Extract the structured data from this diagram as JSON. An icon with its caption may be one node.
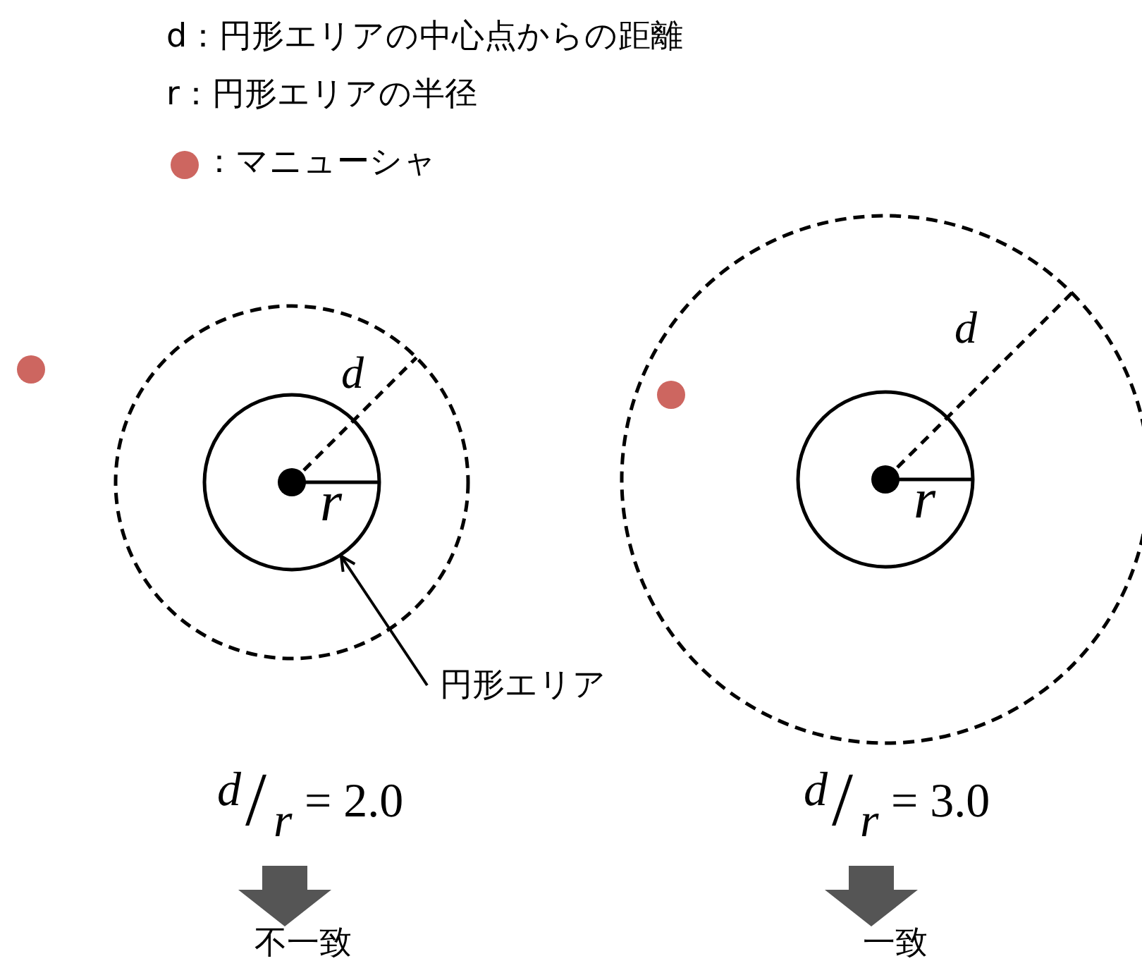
{
  "diagram": {
    "nodes": [
      {
        "text": [],
        "shape": "circle"
      },
      {
        "text": [
          "円形エリア"
        ]
      },
      {
        "text": [
          "d",
          "/",
          "r",
          "= 2.0"
        ]
      },
      {
        "text": [
          "不一致"
        ]
      },
      {
        "text": [],
        "shape": "circle"
      },
      {
        "text": [
          "d",
          "/",
          "r",
          "= 3.0"
        ]
      },
      {
        "text": [
          "一致"
        ]
      }
    ],
    "edges": [
      {
        "from": 1,
        "to": 0,
        "arrow": "to"
      },
      {
        "from": 2,
        "to": 3,
        "arrow": "to",
        "style": "thick"
      },
      {
        "from": 5,
        "to": 6,
        "arrow": "to",
        "style": "thick"
      }
    ],
    "labels": [
      "d：円形エリアの中心点からの距離",
      "r：円形エリアの半径",
      "d",
      "r",
      "d",
      "r"
    ],
    "legend": [
      {
        "text": "：マニューシャ",
        "color": "#cd6660"
      }
    ]
  }
}
